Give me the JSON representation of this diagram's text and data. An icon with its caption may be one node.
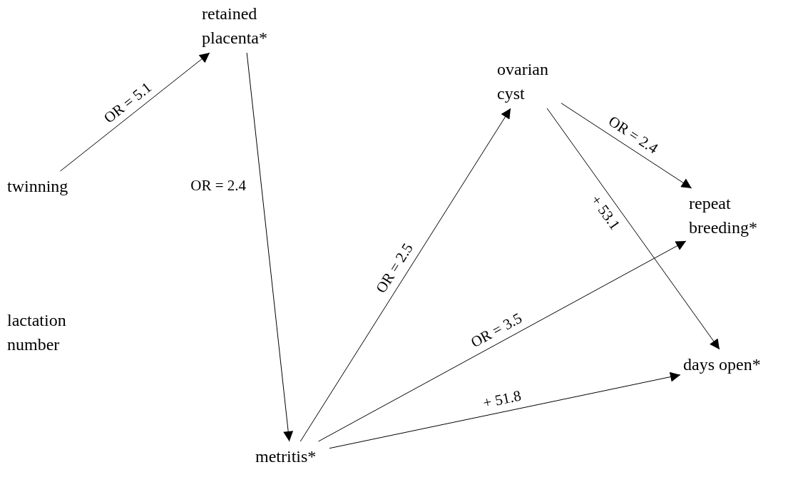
{
  "diagram": {
    "nodes": [
      {
        "text": [
          "retained placenta*"
        ]
      },
      {
        "text": [
          "ovarian cyst"
        ]
      },
      {
        "text": [
          "twinning"
        ]
      },
      {
        "text": [
          "repeat breeding*"
        ]
      },
      {
        "text": [
          "lactation number"
        ]
      },
      {
        "text": [
          "days open*"
        ]
      },
      {
        "text": [
          "metritis*"
        ]
      }
    ],
    "edges": [
      {
        "from": 2,
        "to": 0,
        "arrow": "to",
        "label": "OR = 5.1"
      },
      {
        "from": 0,
        "to": 6,
        "arrow": "to",
        "label": "OR = 2.4"
      },
      {
        "from": 6,
        "to": 1,
        "arrow": "to",
        "label": "OR = 2.5"
      },
      {
        "from": 1,
        "to": 3,
        "arrow": "to",
        "label": "OR = 2.4"
      },
      {
        "from": 1,
        "to": 5,
        "arrow": "to",
        "label": "+ 53.1"
      },
      {
        "from": 6,
        "to": 3,
        "arrow": "to",
        "label": "OR = 3.5"
      },
      {
        "from": 6,
        "to": 5,
        "arrow": "to",
        "label": "+ 51.8"
      }
    ]
  }
}
